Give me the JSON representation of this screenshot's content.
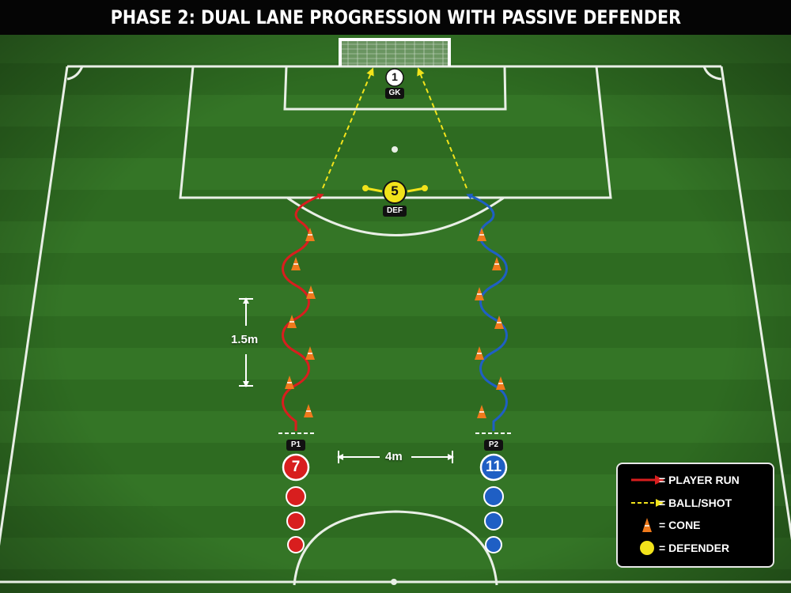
{
  "title": "PHASE 2: DUAL LANE PROGRESSION WITH PASSIVE DEFENDER",
  "colors": {
    "pitch": "#2f6d22",
    "pitch_stripe": "#357a27",
    "line": "#e9efe6",
    "red": "#d81e1e",
    "blue": "#1f5fc4",
    "yellow": "#f2e31b",
    "cone": "#f07a1c",
    "ball_path": "#f2e31b"
  },
  "goalkeeper": {
    "number": "1",
    "tag": "GK"
  },
  "defender": {
    "number": "5",
    "tag": "DEF"
  },
  "lanes": [
    {
      "tag": "P1",
      "number": "7",
      "color": "red"
    },
    {
      "tag": "P2",
      "number": "11",
      "color": "blue"
    }
  ],
  "measurements": {
    "cone_spacing": "1.5m",
    "lane_gap": "4m"
  },
  "legend": [
    {
      "icon": "red-arrow-icon",
      "label": "= PLAYER RUN"
    },
    {
      "icon": "yellow-dashed-arrow-icon",
      "label": "= BALL/SHOT"
    },
    {
      "icon": "cone-icon",
      "label": "= CONE"
    },
    {
      "icon": "yellow-circle-icon",
      "label": "= DEFENDER"
    }
  ]
}
